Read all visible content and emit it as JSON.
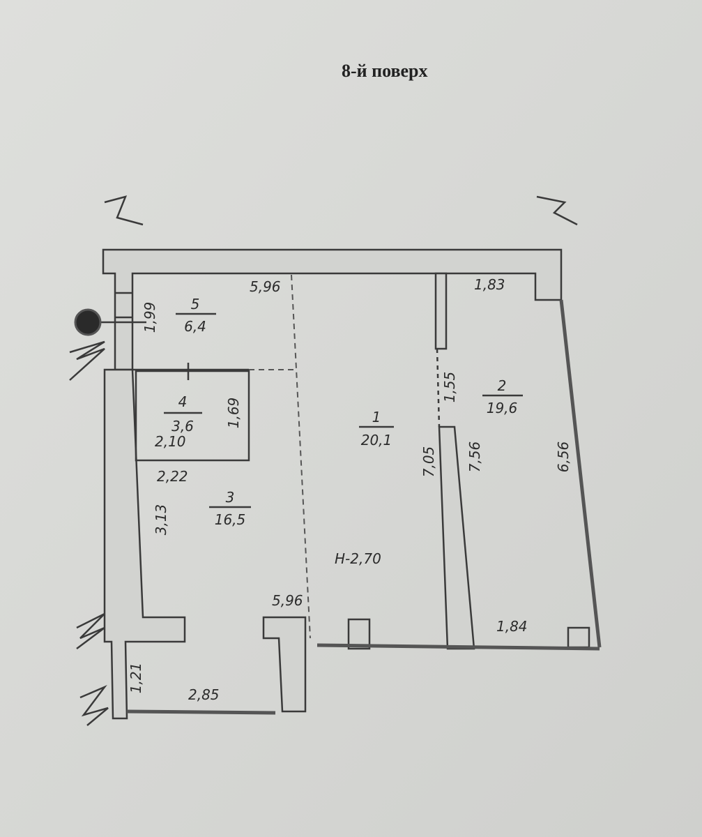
{
  "title": "8-й поверх",
  "height_label": "Н-2,70",
  "rooms": [
    {
      "number": "1",
      "area": "20,1"
    },
    {
      "number": "2",
      "area": "19,6"
    },
    {
      "number": "3",
      "area": "16,5"
    },
    {
      "number": "4",
      "area": "3,6"
    },
    {
      "number": "5",
      "area": "6,4"
    }
  ],
  "dimensions": {
    "room5_top": "5,96",
    "room5_left": "1,99",
    "room2_top": "1,83",
    "room4_right": "1,69",
    "room4_bottom": "2,10",
    "room3_top": "2,22",
    "room3_left": "3,13",
    "room1_bottom": "5,96",
    "hall_left": "1,21",
    "hall_bottom": "2,85",
    "door_gap": "1,55",
    "room1_right": "7,05",
    "room2_left": "7,56",
    "room2_right": "6,56",
    "room2_bottom": "1,84"
  }
}
